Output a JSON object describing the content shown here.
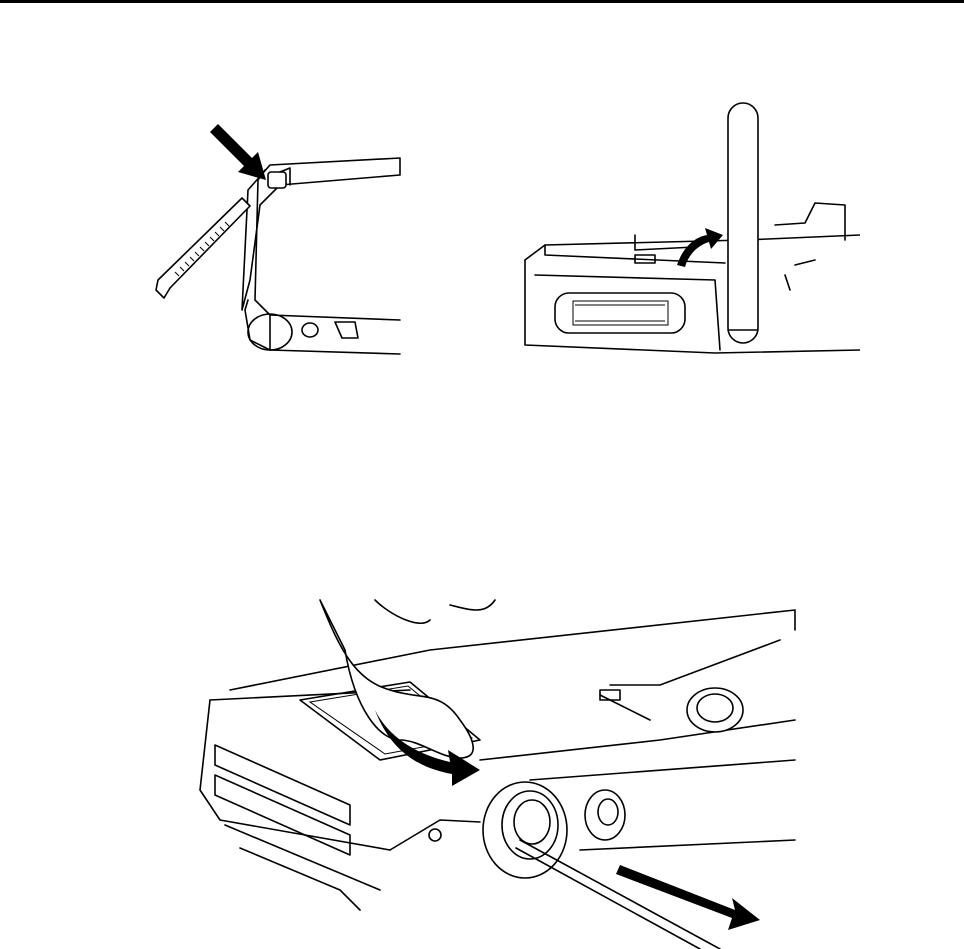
{
  "page": {
    "header_rule": true
  },
  "figures": [
    {
      "id": "fig-frame-tab-release",
      "icon": "press-tab-arrow"
    },
    {
      "id": "fig-antenna-rotate",
      "icon": "rotate-arrow"
    },
    {
      "id": "fig-connector-pull",
      "icon": "press-and-pull-arrows"
    }
  ]
}
